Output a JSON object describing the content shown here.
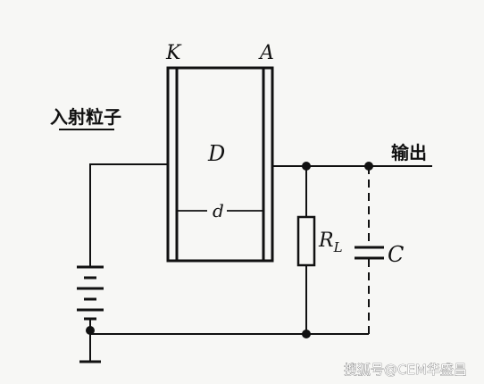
{
  "labels": {
    "cathode": "K",
    "anode": "A",
    "detector": "D",
    "gap": "d",
    "resistor_main": "R",
    "resistor_sub": "L",
    "capacitor": "C",
    "incident_particle": "入射粒子",
    "output": "输出"
  },
  "watermark": "搜狐号@CEM华盛昌",
  "colors": {
    "line": "#111111",
    "background": "#f7f7f5",
    "watermark": "#ffffff"
  }
}
